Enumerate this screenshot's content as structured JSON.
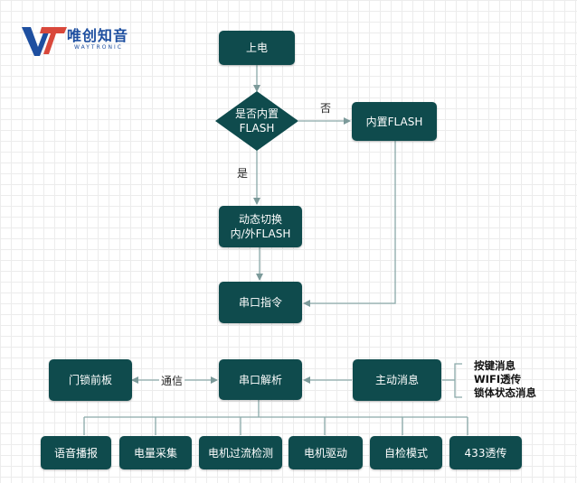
{
  "brand": {
    "name": "唯创知音",
    "sub": "WAYTRONIC",
    "colors": {
      "primary": "#1e4fa0",
      "accent": "#d9483b"
    }
  },
  "nodes": {
    "power_on": "上电",
    "is_internal_flash": "是否内置\nFLASH",
    "internal_flash": "内置FLASH",
    "dynamic_switch": "动态切换\n内/外FLASH",
    "serial_command": "串口指令",
    "door_lock_panel": "门锁前板",
    "serial_parse": "串口解析",
    "active_message": "主动消息",
    "voice_broadcast": "语音播报",
    "power_collect": "电量采集",
    "motor_overcurrent": "电机过流检测",
    "motor_drive": "电机驱动",
    "self_check": "自检模式",
    "transparent_433": "433透传"
  },
  "edge_labels": {
    "no": "否",
    "yes": "是",
    "comm": "通信"
  },
  "message_list": [
    "按键消息",
    "WIFI透传",
    "锁体状态消息"
  ],
  "colors": {
    "node_fill": "#0f4b4d",
    "edge": "#8aa9a9",
    "grid": "#ececec"
  }
}
